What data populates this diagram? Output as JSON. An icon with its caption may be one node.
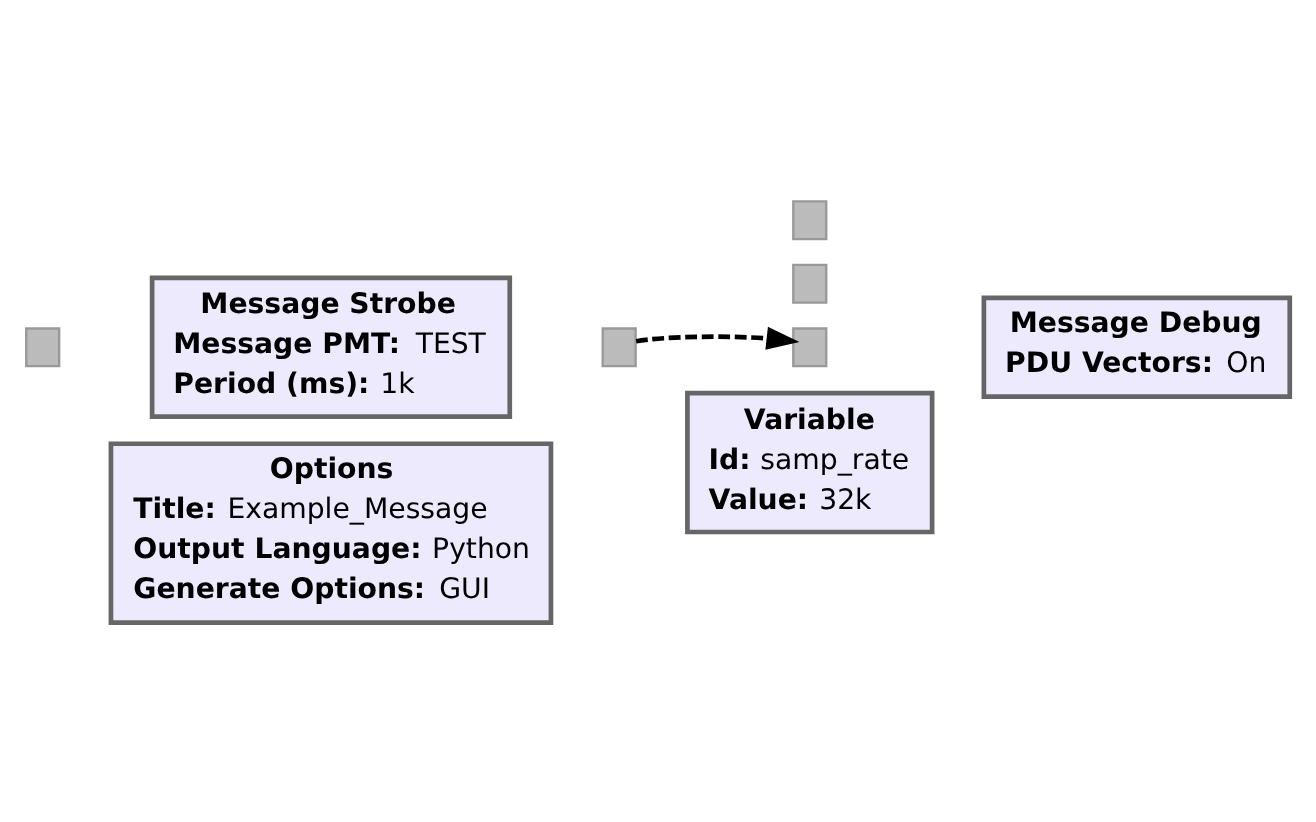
{
  "diagram": {
    "nodes": [
      {
        "text": [
          "Options",
          "**Title:** Example_Message",
          "**Output Language:** Python",
          "**Generate Options:** GUI"
        ]
      },
      {
        "text": [
          "Variable",
          "**Id:** samp_rate",
          "**Value:** 32k"
        ]
      },
      {
        "text": [
          "Message Strobe",
          "**Message PMT:** TEST",
          "**Period (ms):** 1k"
        ]
      },
      {
        "text": [],
        "shape": "box"
      },
      {
        "text": [],
        "shape": "box"
      },
      {
        "text": [
          "Message Debug",
          "**PDU Vectors:** On"
        ]
      },
      {
        "text": [],
        "shape": "box"
      },
      {
        "text": [],
        "shape": "box"
      },
      {
        "text": [],
        "shape": "box"
      }
    ],
    "edges": [
      {
        "from": 4,
        "to": 6,
        "arrow": "to",
        "style": "dashed"
      }
    ]
  }
}
